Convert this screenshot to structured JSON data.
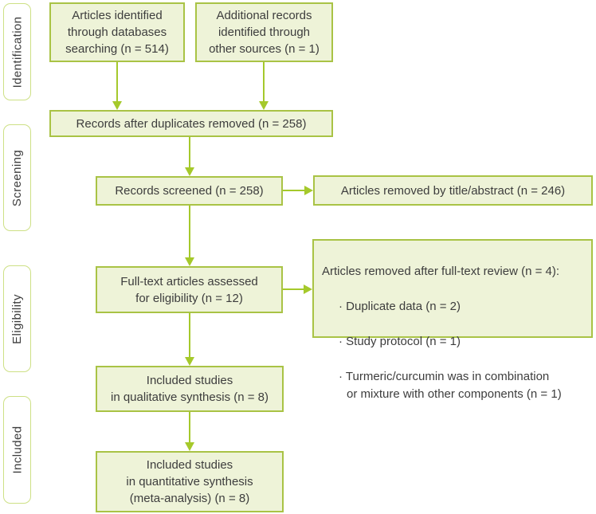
{
  "figure": {
    "type": "prisma-flow-diagram"
  },
  "side_labels": [
    "Identification",
    "Screening",
    "Eligibility",
    "Included"
  ],
  "boxes": {
    "databases": "Articles identified\nthrough databases\nsearching (n = 514)",
    "other_sources": "Additional records\nidentified through\nother sources (n = 1)",
    "after_duplicates": "Records after duplicates removed (n = 258)",
    "screened": "Records screened (n = 258)",
    "removed_title_abstract": "Articles removed by title/abstract (n = 246)",
    "fulltext_assessed": "Full-text articles assessed\nfor eligibility (n = 12)",
    "removed_fulltext": {
      "title": "Articles removed after full-text review (n = 4):",
      "bullets": [
        "· Duplicate data (n = 2)",
        "· Study protocol (n = 1)",
        "· Turmeric/curcumin was in combination\nor mixture with other components (n = 1)"
      ]
    },
    "qualitative": "Included studies\nin qualitative synthesis (n = 8)",
    "quantitative": "Included studies\nin quantitative synthesis\n(meta-analysis) (n = 8)"
  },
  "colors": {
    "box_fill": "#eef3d8",
    "box_border": "#a9c345",
    "arrow": "#a5c92b",
    "side_label_border": "#cde085",
    "text": "#3d3d3d"
  }
}
